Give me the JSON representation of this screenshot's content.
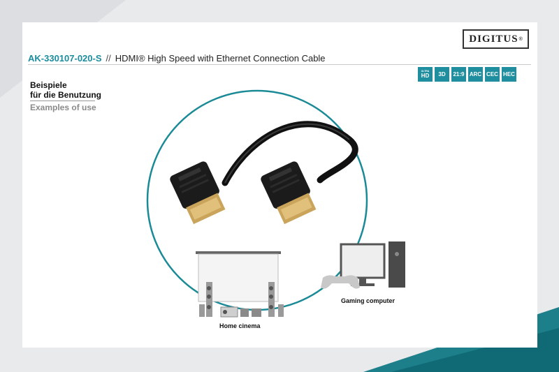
{
  "brand": {
    "logo_text": "DIGITUS",
    "reg_mark": "®"
  },
  "header": {
    "product_code": "AK-330107-020-S",
    "separator": "//",
    "description": "HDMI® High Speed with Ethernet Connection Cable"
  },
  "feature_badges": [
    {
      "line1": "ULTRA",
      "line2": "HD"
    },
    {
      "line1": "3D"
    },
    {
      "line1": "21:9"
    },
    {
      "line1": "ARC"
    },
    {
      "line1": "CEC"
    },
    {
      "line1": "HEC"
    }
  ],
  "section": {
    "title_de_1": "Beispiele",
    "title_de_2": "für die Benutzung",
    "title_en": "Examples of use"
  },
  "usage_examples": {
    "home": "Home cinema",
    "gaming": "Gaming computer"
  },
  "colors": {
    "accent": "#1a8c9c",
    "badge": "#1f8fa0",
    "circle": "#1a8a96"
  }
}
